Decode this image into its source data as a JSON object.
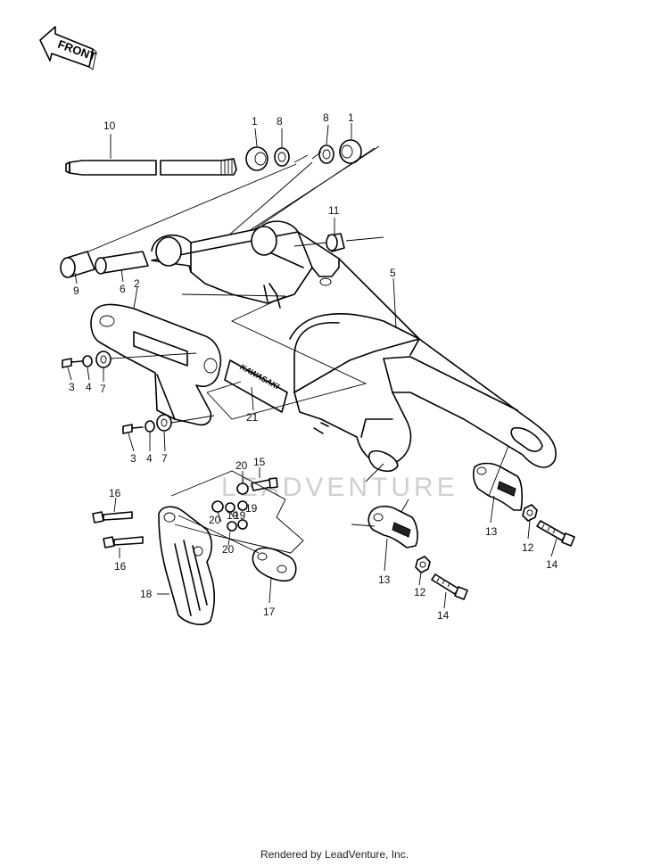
{
  "front_badge": "FRONT",
  "watermark": "LEADVENTURE",
  "decal_text": "KAWASAKI",
  "footer": "Rendered by LeadVenture, Inc.",
  "callouts": [
    {
      "id": "10",
      "label": "10"
    },
    {
      "id": "1a",
      "label": "1"
    },
    {
      "id": "8a",
      "label": "8"
    },
    {
      "id": "8b",
      "label": "8"
    },
    {
      "id": "1b",
      "label": "1"
    },
    {
      "id": "11",
      "label": "11"
    },
    {
      "id": "9",
      "label": "9"
    },
    {
      "id": "6",
      "label": "6"
    },
    {
      "id": "2",
      "label": "2"
    },
    {
      "id": "5",
      "label": "5"
    },
    {
      "id": "3a",
      "label": "3"
    },
    {
      "id": "4a",
      "label": "4"
    },
    {
      "id": "7a",
      "label": "7"
    },
    {
      "id": "21",
      "label": "21"
    },
    {
      "id": "3b",
      "label": "3"
    },
    {
      "id": "4b",
      "label": "4"
    },
    {
      "id": "7b",
      "label": "7"
    },
    {
      "id": "20a",
      "label": "20"
    },
    {
      "id": "15",
      "label": "15"
    },
    {
      "id": "16a",
      "label": "16"
    },
    {
      "id": "20b",
      "label": "20"
    },
    {
      "id": "19a",
      "label": "19"
    },
    {
      "id": "19b",
      "label": "19"
    },
    {
      "id": "19c",
      "label": "19"
    },
    {
      "id": "20c",
      "label": "20"
    },
    {
      "id": "16b",
      "label": "16"
    },
    {
      "id": "18",
      "label": "18"
    },
    {
      "id": "17",
      "label": "17"
    },
    {
      "id": "13a",
      "label": "13"
    },
    {
      "id": "12a",
      "label": "12"
    },
    {
      "id": "14a",
      "label": "14"
    },
    {
      "id": "13b",
      "label": "13"
    },
    {
      "id": "12b",
      "label": "12"
    },
    {
      "id": "14b",
      "label": "14"
    }
  ]
}
